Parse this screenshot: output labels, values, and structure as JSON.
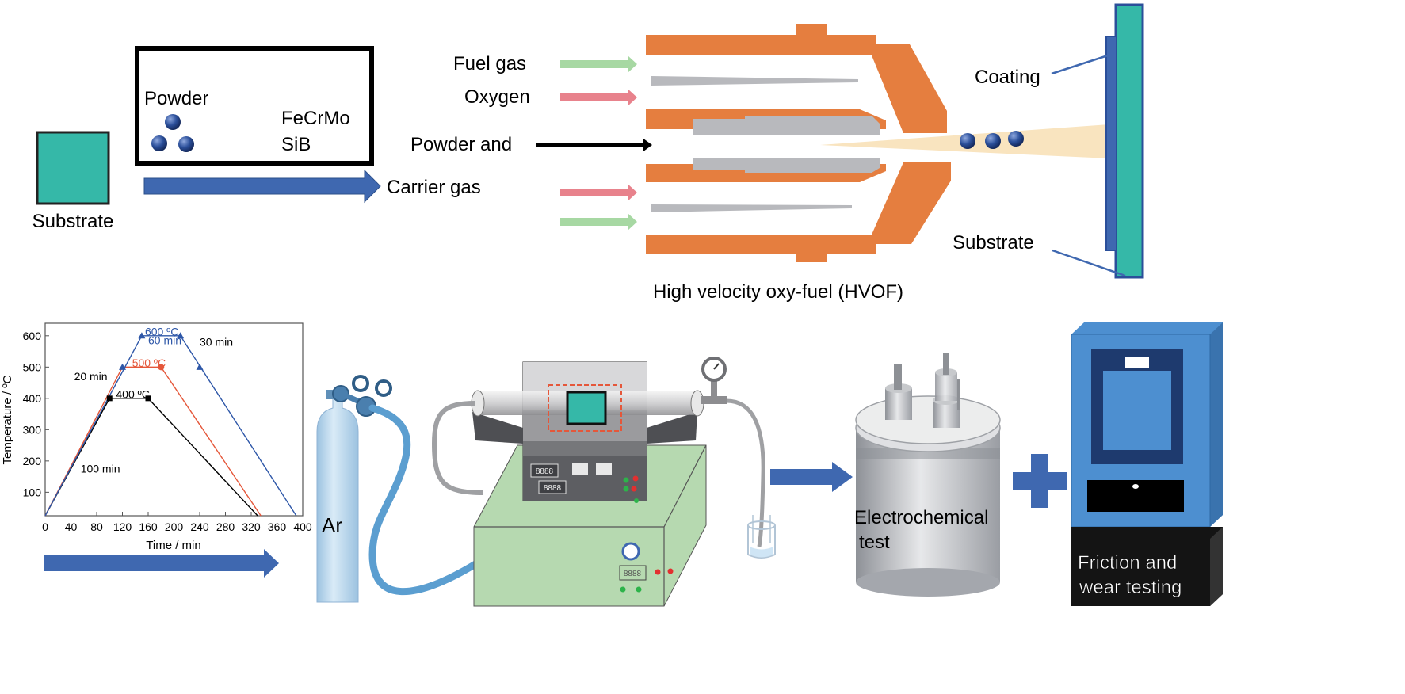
{
  "top_panel": {
    "substrate_label": "Substrate",
    "powder_label": "Powder",
    "alloy_line1": "FeCrMo",
    "alloy_line2": "SiB",
    "carrier_gas_label": "Carrier gas",
    "fuel_gas_label": "Fuel gas",
    "oxygen_label": "Oxygen",
    "powder_and_label": "Powder and",
    "coating_label": "Coating",
    "gun_substrate_label": "Substrate",
    "hvof_caption": "High velocity oxy-fuel (HVOF)"
  },
  "bottom_panel": {
    "argon_label": "Ar",
    "furnace_display_1": "8888",
    "furnace_display_2": "8888",
    "controller_display": "8888",
    "electrochemical_line1": "Electrochemical",
    "electrochemical_line2": "test",
    "friction_line1": "Friction and",
    "friction_line2": "wear testing"
  },
  "colors": {
    "teal": "#35b8a8",
    "arrow_blue": "#3f68b0",
    "gun_orange": "#e57e3f",
    "gun_grey": "#b8b9bd",
    "fuel_green": "#a7d8a3",
    "oxygen_pink": "#e8828c",
    "flame": "#f9e4bf",
    "series_400": "#000000",
    "series_500": "#e5573a",
    "series_600": "#2e57a8"
  },
  "chart_data": {
    "type": "line",
    "xlabel": "Time / min",
    "ylabel": "Temperature / ºC",
    "xlim": [
      0,
      400
    ],
    "ylim": [
      25,
      640
    ],
    "xticks": [
      0,
      40,
      80,
      120,
      160,
      200,
      240,
      280,
      320,
      360,
      400
    ],
    "yticks": [
      100,
      200,
      300,
      400,
      500,
      600
    ],
    "grid": false,
    "series": [
      {
        "name": "400 ºC",
        "color": "#000000",
        "x": [
          0,
          100,
          160,
          330
        ],
        "y": [
          25,
          400,
          400,
          25
        ]
      },
      {
        "name": "500 ºC",
        "color": "#e5573a",
        "x": [
          0,
          120,
          180,
          335
        ],
        "y": [
          25,
          500,
          500,
          25
        ]
      },
      {
        "name": "600 ºC",
        "color": "#2e57a8",
        "x": [
          0,
          150,
          210,
          390
        ],
        "y": [
          25,
          600,
          600,
          25
        ]
      }
    ],
    "markers": [
      {
        "series": 0,
        "x": 100,
        "y": 400,
        "shape": "square"
      },
      {
        "series": 0,
        "x": 160,
        "y": 400,
        "shape": "square"
      },
      {
        "series": 1,
        "x": 180,
        "y": 500,
        "shape": "circle"
      },
      {
        "series": 2,
        "x": 120,
        "y": 500,
        "shape": "triangle"
      },
      {
        "series": 2,
        "x": 150,
        "y": 600,
        "shape": "triangle"
      },
      {
        "series": 2,
        "x": 210,
        "y": 600,
        "shape": "triangle"
      },
      {
        "series": 2,
        "x": 240,
        "y": 500,
        "shape": "triangle"
      }
    ],
    "annotations": [
      {
        "text": "600 ºC",
        "color": "#2e57a8",
        "x": 155,
        "y": 613
      },
      {
        "text": "60 min",
        "color": "#2e57a8",
        "x": 160,
        "y": 585
      },
      {
        "text": "30 min",
        "color": "#000000",
        "x": 240,
        "y": 580
      },
      {
        "text": "500 ºC",
        "color": "#e5573a",
        "x": 135,
        "y": 513
      },
      {
        "text": "20 min",
        "color": "#000000",
        "x": 45,
        "y": 470
      },
      {
        "text": "400 ºC",
        "color": "#000000",
        "x": 110,
        "y": 413
      },
      {
        "text": "100 min",
        "color": "#000000",
        "x": 55,
        "y": 175
      }
    ]
  }
}
